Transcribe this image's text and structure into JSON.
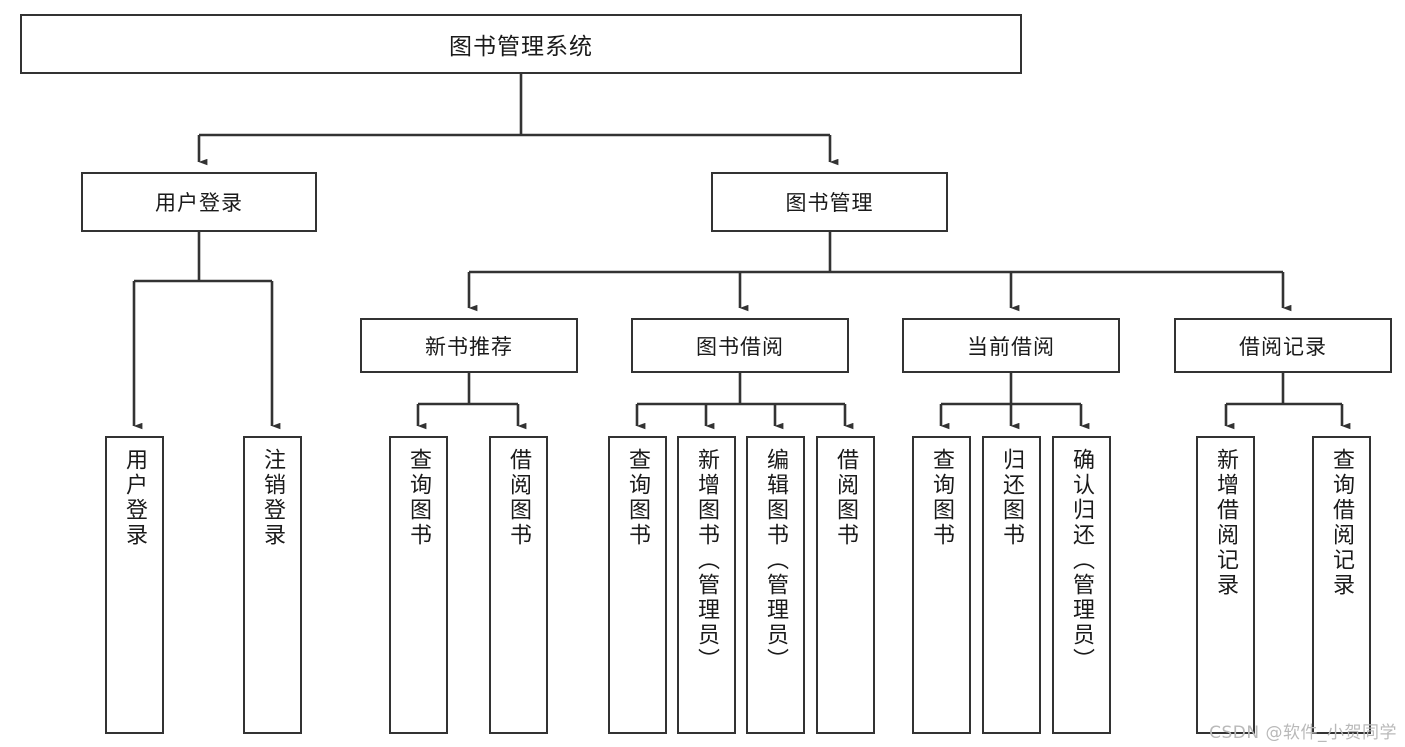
{
  "diagram": {
    "type": "tree",
    "title": "图书管理系统",
    "watermark": "CSDN @软件_小贺同学",
    "colors": {
      "node_border": "#333333",
      "node_fill": "#ffffff",
      "edge": "#333333",
      "text": "#1a1a1a",
      "watermark": "#b9b9b9"
    },
    "nodes": {
      "root": {
        "label": "图书管理系统"
      },
      "level1": [
        {
          "id": "user-login",
          "label": "用户登录"
        },
        {
          "id": "book-manage",
          "label": "图书管理"
        }
      ],
      "level2": [
        {
          "id": "new-book-recommend",
          "label": "新书推荐"
        },
        {
          "id": "book-borrow",
          "label": "图书借阅"
        },
        {
          "id": "current-borrow",
          "label": "当前借阅"
        },
        {
          "id": "borrow-record",
          "label": "借阅记录"
        }
      ],
      "leaves": {
        "user_login": [
          {
            "id": "leaf-user-login",
            "label": "用户登录"
          },
          {
            "id": "leaf-logout-login",
            "label": "注销登录"
          }
        ],
        "new_book_recommend": [
          {
            "id": "leaf-query-book-1",
            "label": "查询图书"
          },
          {
            "id": "leaf-borrow-book-1",
            "label": "借阅图书"
          }
        ],
        "book_borrow": [
          {
            "id": "leaf-query-book-2",
            "label": "查询图书"
          },
          {
            "id": "leaf-add-book",
            "label": "新增图书（管理员）"
          },
          {
            "id": "leaf-edit-book",
            "label": "编辑图书（管理员）"
          },
          {
            "id": "leaf-borrow-book-2",
            "label": "借阅图书"
          }
        ],
        "current_borrow": [
          {
            "id": "leaf-query-book-3",
            "label": "查询图书"
          },
          {
            "id": "leaf-return-book",
            "label": "归还图书"
          },
          {
            "id": "leaf-confirm-return",
            "label": "确认归还（管理员）"
          }
        ],
        "borrow_record": [
          {
            "id": "leaf-add-record",
            "label": "新增借阅记录"
          },
          {
            "id": "leaf-query-record",
            "label": "查询借阅记录"
          }
        ]
      }
    }
  }
}
